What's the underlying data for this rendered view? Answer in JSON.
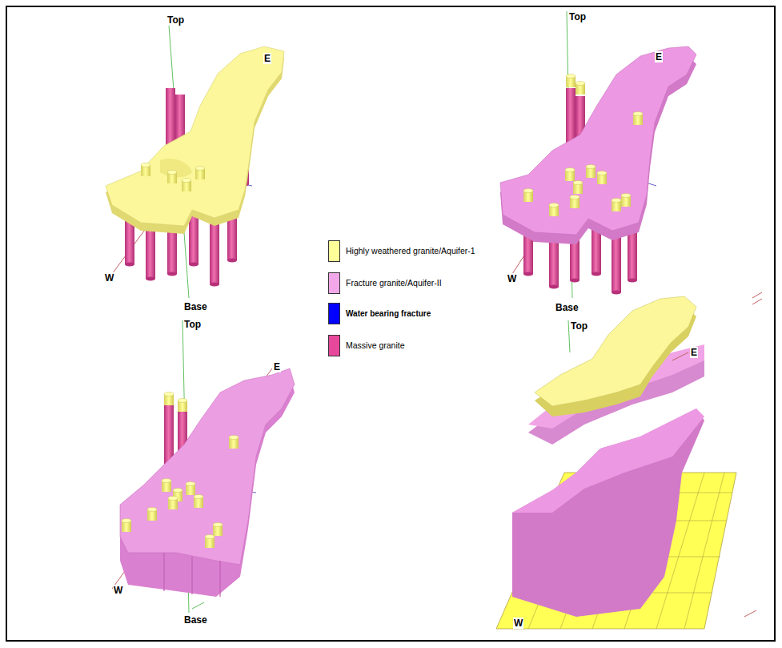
{
  "diagram": {
    "labels": [
      "Top",
      "E",
      "W",
      "Base",
      "Top",
      "E",
      "W",
      "Base",
      "Top",
      "E",
      "W",
      "Base",
      "Top",
      "E",
      "W"
    ],
    "legend": [
      {
        "text": "Highly weathered granite/Aquifer-1",
        "color": "#ffff99"
      },
      {
        "text": "Fracture granite/Aquifer-II",
        "color": "#f2a7e8"
      },
      {
        "text": "Water bearing fracture",
        "color": "#0000ff"
      },
      {
        "text": "Massive granite",
        "color": "#e8489b"
      }
    ]
  }
}
